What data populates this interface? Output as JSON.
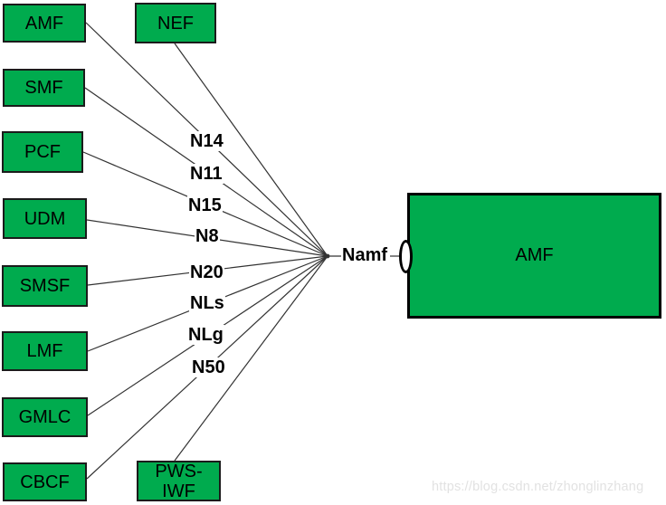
{
  "diagram": {
    "nodes": [
      {
        "id": "amf-peer",
        "label": "AMF"
      },
      {
        "id": "smf",
        "label": "SMF"
      },
      {
        "id": "pcf",
        "label": "PCF"
      },
      {
        "id": "udm",
        "label": "UDM"
      },
      {
        "id": "smsf",
        "label": "SMSF"
      },
      {
        "id": "lmf",
        "label": "LMF"
      },
      {
        "id": "gmlc",
        "label": "GMLC"
      },
      {
        "id": "cbcf",
        "label": "CBCF"
      },
      {
        "id": "nef",
        "label": "NEF"
      },
      {
        "id": "pws-iwf",
        "lines": [
          "PWS-",
          "IWF"
        ]
      }
    ],
    "interface_labels": [
      "N14",
      "N11",
      "N15",
      "N8",
      "N20",
      "NLs",
      "NLg",
      "N50"
    ],
    "service_interface": "Namf",
    "main_node": {
      "label": "AMF"
    },
    "watermark": "https://blog.csdn.net/zhonglinzhang"
  },
  "colors": {
    "node_fill": "#00ab4e",
    "node_border": "#1b1b1b",
    "main_border": "#000000",
    "line": "#333333",
    "label_text": "#000000",
    "watermark": "#e2e2e2",
    "bg": "#ffffff"
  }
}
